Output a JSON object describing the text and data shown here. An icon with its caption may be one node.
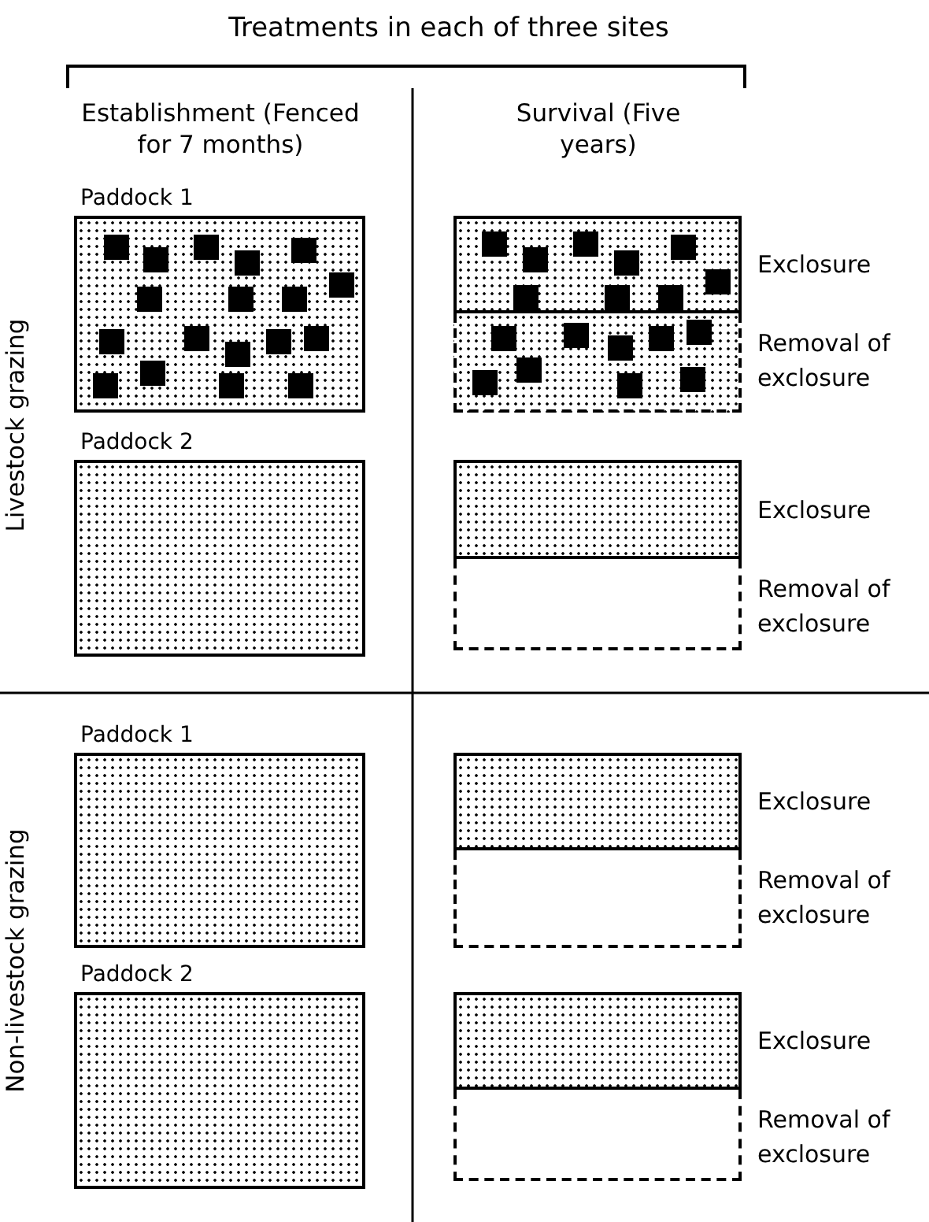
{
  "diagram": {
    "title": "Treatments in each of three sites",
    "nodes": [
      {
        "text": [
          "Paddock 1"
        ]
      },
      {
        "text": [],
        "shape": "box",
        "beside": [
          "Exclosure"
        ]
      },
      {
        "text": [],
        "shape": "box",
        "beside": [
          "Removal of exclosure"
        ]
      },
      {
        "text": [
          "Paddock 2"
        ]
      },
      {
        "text": [],
        "shape": "box",
        "beside": [
          "Exclosure"
        ]
      },
      {
        "text": [],
        "shape": "box",
        "beside": [
          "Removal of exclosure"
        ]
      },
      {
        "text": [
          "Paddock 1"
        ]
      },
      {
        "text": [],
        "shape": "box",
        "beside": [
          "Exclosure"
        ]
      },
      {
        "text": [],
        "shape": "box",
        "beside": [
          "Removal of exclosure"
        ]
      },
      {
        "text": [
          "Paddock 2"
        ]
      },
      {
        "text": [],
        "shape": "box",
        "beside": [
          "Exclosure"
        ]
      },
      {
        "text": [],
        "shape": "box",
        "beside": [
          "Removal of exclosure"
        ]
      }
    ],
    "labels": [
      "Establishment (Fenced for 7 months)",
      "Survival (Five years)",
      "Livestock grazing",
      "Non-livestock grazing"
    ]
  }
}
